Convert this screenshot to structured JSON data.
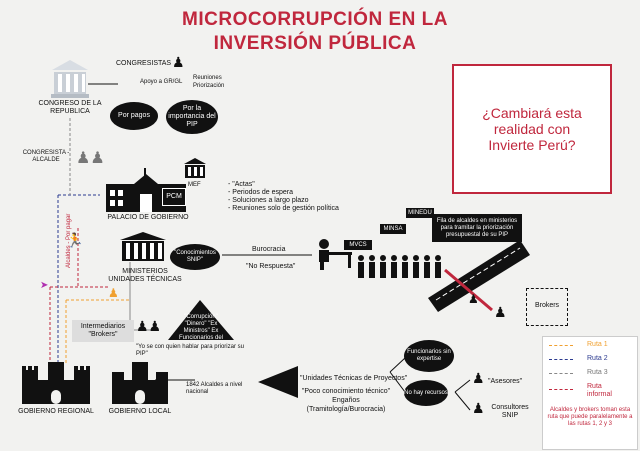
{
  "title": "MICROCORRUPCIÓN EN LA INVERSIÓN PÚBLICA",
  "question": "¿Cambiará esta realidad con Invierte Perú?",
  "congreso": {
    "label": "CONGRESO DE LA REPUBLICA",
    "congresistas": "CONGRESISTAS",
    "apoyo": "Apoyo a GR/GL",
    "reuniones": "Reuniones",
    "priorizacion": "Priorización",
    "por_pagos": "Por pagos",
    "por_importancia": "Por la importancia del PIP",
    "congresista_alcalde": "CONGRESISTA - ALCALDE"
  },
  "gobierno": {
    "pcm": "PCM",
    "mef": "MEF",
    "palacio": "PALACIO DE GOBIERNO",
    "items": [
      "- \"Actas\"",
      "- Periodos de espera",
      "- Soluciones a largo plazo",
      "- Reuniones solo de gestión política"
    ]
  },
  "ministerios": {
    "label": "MINISTERIOS UNIDADES TÉCNICAS",
    "conocimientos": "\"Conocimientos SNIP\"",
    "burocracia": "Burocracia",
    "no_respuesta": "\"No Respuesta\"",
    "alcaldes_vertical": "Alcaldes - Por pagar",
    "mvcs": "MVCS",
    "minsa": "MINSA",
    "minedu": "MINEDU",
    "fila": "Fila de alcaldes en ministerios para tramitar la priorización presupuestal de su PIP"
  },
  "brokers": {
    "label": "Brokers",
    "intermediarios": "Intermediarios \"Brokers\"",
    "corrupcion": "\"Corrupción\" \"Dinero\" \"Ex Ministros\" Ex Funcionarios del Estado",
    "quote": "\"Yo se con quien hablar para priorizar su PIP\""
  },
  "local": {
    "regional": "GOBIERNO REGIONAL",
    "local": "GOBIERNO LOCAL",
    "alcaldes": "1842 Alcaldes a nivel nacional",
    "unidades": "\"Unidades Técnicas de Proyectos\"",
    "poco": "\"Poco conocimiento técnico\"",
    "enganos": "Engaños",
    "tramitologia": "(Tramitología/Burocracia)",
    "funcionarios": "Funcionarios sin expertise",
    "no_hay": "No hay recursos",
    "asesores": "\"Asesores\"",
    "consultores": "Consultores SNIP"
  },
  "legend": {
    "ruta1": "Ruta 1",
    "ruta2": "Ruta 2",
    "ruta3": "Ruta 3",
    "ruta_informal": "Ruta informal",
    "note": "Alcaldes y brokers toman esta ruta que puede paralelamente a las rutas 1, 2 y 3",
    "colors": {
      "ruta1": "#f0a030",
      "ruta2": "#2b3a8f",
      "ruta3": "#888888",
      "informal": "#c0273d"
    }
  }
}
